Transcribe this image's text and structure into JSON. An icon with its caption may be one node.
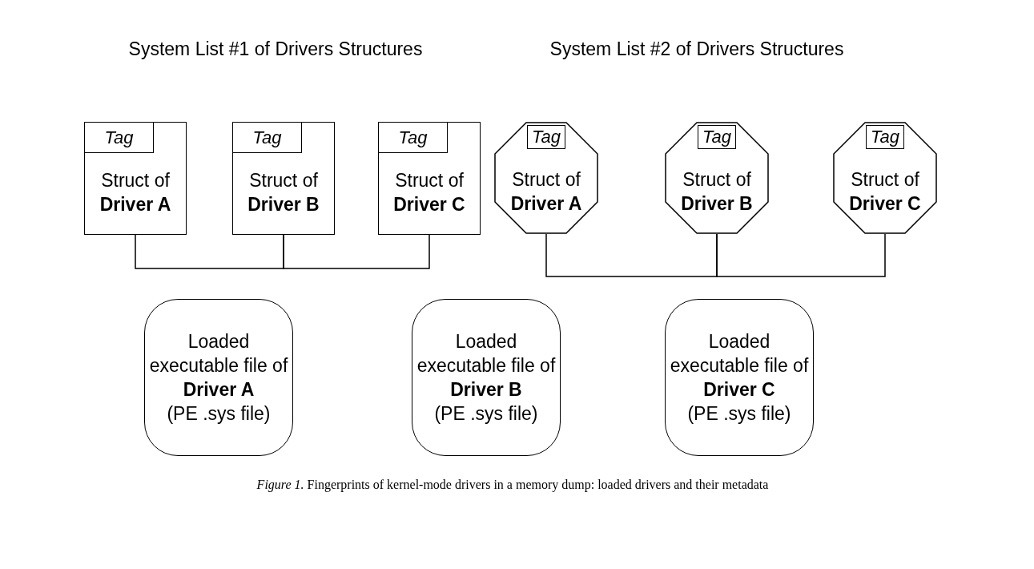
{
  "diagram": {
    "caption": "*Figure 1.* Fingerprints of kernel-mode drivers in a memory dump: loaded drivers and their metadata",
    "nodes": [
      {
        "text": [
          "Struct of **Driver A**"
        ]
      },
      {
        "text": [
          "Tag"
        ],
        "in": 0
      },
      {
        "text": [
          "Struct of **Driver B**"
        ]
      },
      {
        "text": [
          "Tag"
        ],
        "in": 2
      },
      {
        "text": [
          "Struct of **Driver C**"
        ]
      },
      {
        "text": [
          "Tag"
        ],
        "in": 4
      },
      {
        "text": [
          "Struct of **Driver A**"
        ]
      },
      {
        "text": [
          "Tag"
        ],
        "in": 6
      },
      {
        "text": [
          "Struct of **Driver B**"
        ]
      },
      {
        "text": [
          "Tag"
        ],
        "in": 8
      },
      {
        "text": [
          "Struct of **Driver C**"
        ]
      },
      {
        "text": [
          "Tag"
        ],
        "in": 10
      },
      {
        "text": [
          "Loaded executable file of **Driver A**",
          "(PE .sys file)"
        ]
      },
      {
        "text": [
          "Loaded executable file of **Driver B**",
          "(PE .sys file)"
        ]
      },
      {
        "text": [
          "Loaded executable file of **Driver C**",
          "(PE .sys file)"
        ]
      }
    ],
    "edges": [
      {
        "from": 0,
        "to": 2,
        "arrow": "none"
      },
      {
        "from": 2,
        "to": 4,
        "arrow": "none"
      },
      {
        "from": 6,
        "to": 8,
        "arrow": "none"
      },
      {
        "from": 8,
        "to": 10,
        "arrow": "none"
      }
    ],
    "labels": [
      "System List #1 of Drivers Structures",
      "System List #2 of Drivers Structures"
    ]
  }
}
